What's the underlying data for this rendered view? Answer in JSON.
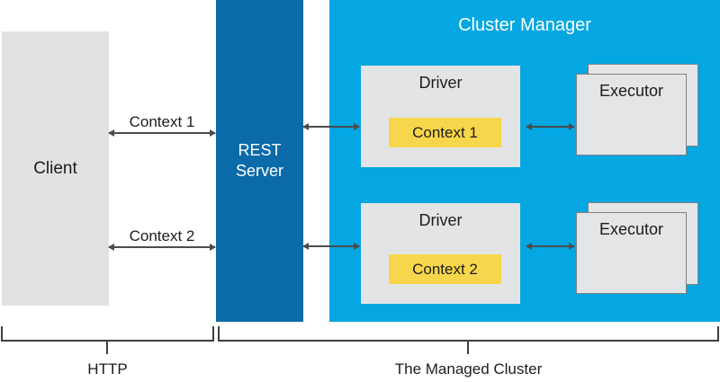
{
  "colors": {
    "rest_server_blue": "#0b6aa8",
    "cluster_cyan": "#04a7e1",
    "context_yellow": "#f8d64b",
    "box_gray": "#e2e3e5",
    "executor_border_gray": "#808284",
    "arrow_gray": "#4a4c4e",
    "bracket_dark": "#3e4041",
    "text_dark": "#1c1c1e",
    "text_white": "#ffffff"
  },
  "client": {
    "label": "Client"
  },
  "rest_server": {
    "label_line1": "REST",
    "label_line2": "Server"
  },
  "cluster_manager": {
    "title": "Cluster Manager"
  },
  "drivers": [
    {
      "label": "Driver",
      "context_label": "Context 1"
    },
    {
      "label": "Driver",
      "context_label": "Context 2"
    }
  ],
  "executors": [
    {
      "label": "Executor"
    },
    {
      "label": "Executor"
    }
  ],
  "connections": {
    "context1_label": "Context 1",
    "context2_label": "Context 2"
  },
  "footer": {
    "http_label": "HTTP",
    "managed_cluster_label": "The Managed Cluster"
  }
}
